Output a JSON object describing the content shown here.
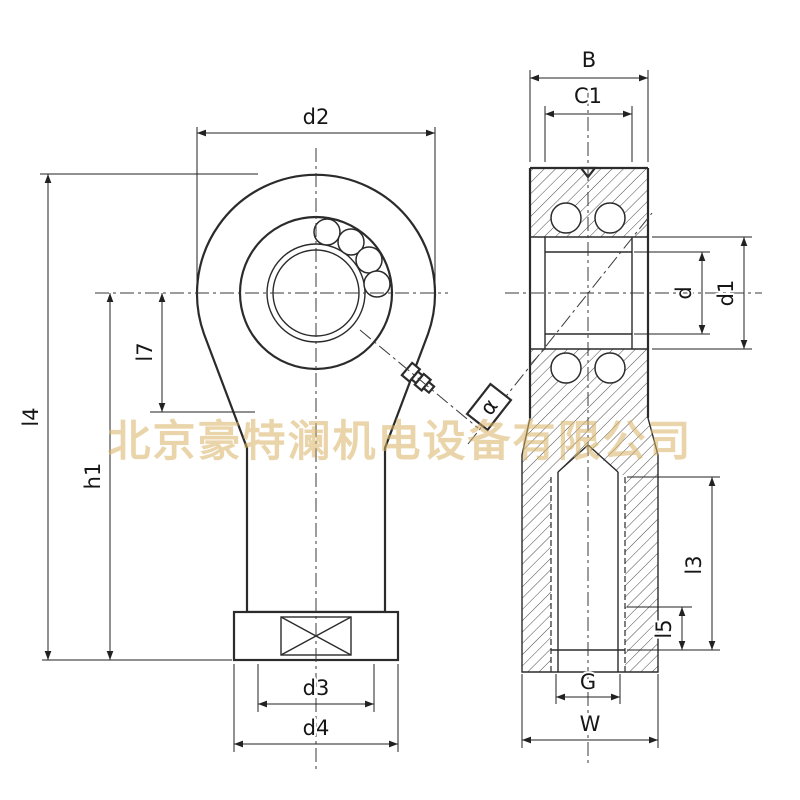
{
  "drawing": {
    "type": "rod-end-bearing-technical-drawing",
    "watermark": "北京豪特澜机电设备有限公司",
    "colors": {
      "line": "#2b2b2b",
      "watermark": "#d8b266"
    },
    "labels": {
      "d2": "d2",
      "l7": "l7",
      "l4": "l4",
      "h1": "h1",
      "d3": "d3",
      "d4": "d4",
      "B": "B",
      "C1": "C1",
      "d": "d",
      "d1": "d1",
      "alpha": "α",
      "l3": "l3",
      "l5": "l5",
      "G": "G",
      "W": "W"
    }
  }
}
